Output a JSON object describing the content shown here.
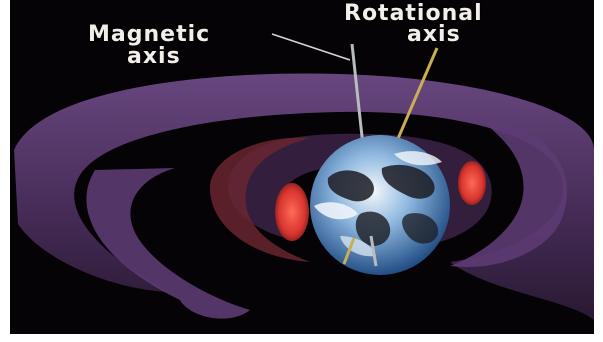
{
  "figure": {
    "labels": {
      "magnetic_axis_line1": "Magnetic",
      "magnetic_axis_line2": "axis",
      "rotational_axis_line1": "Rotational",
      "rotational_axis_line2": "axis"
    },
    "colors": {
      "background": "#050305",
      "radiation_belt": "#5b3a6e",
      "inner_belt": "#c23a35",
      "earth_ocean": "#3f7fc4",
      "earth_cloud": "#e9f0f6",
      "magnetic_axis_line": "#b9bcbd",
      "rotational_axis_line": "#c9ad57"
    }
  }
}
